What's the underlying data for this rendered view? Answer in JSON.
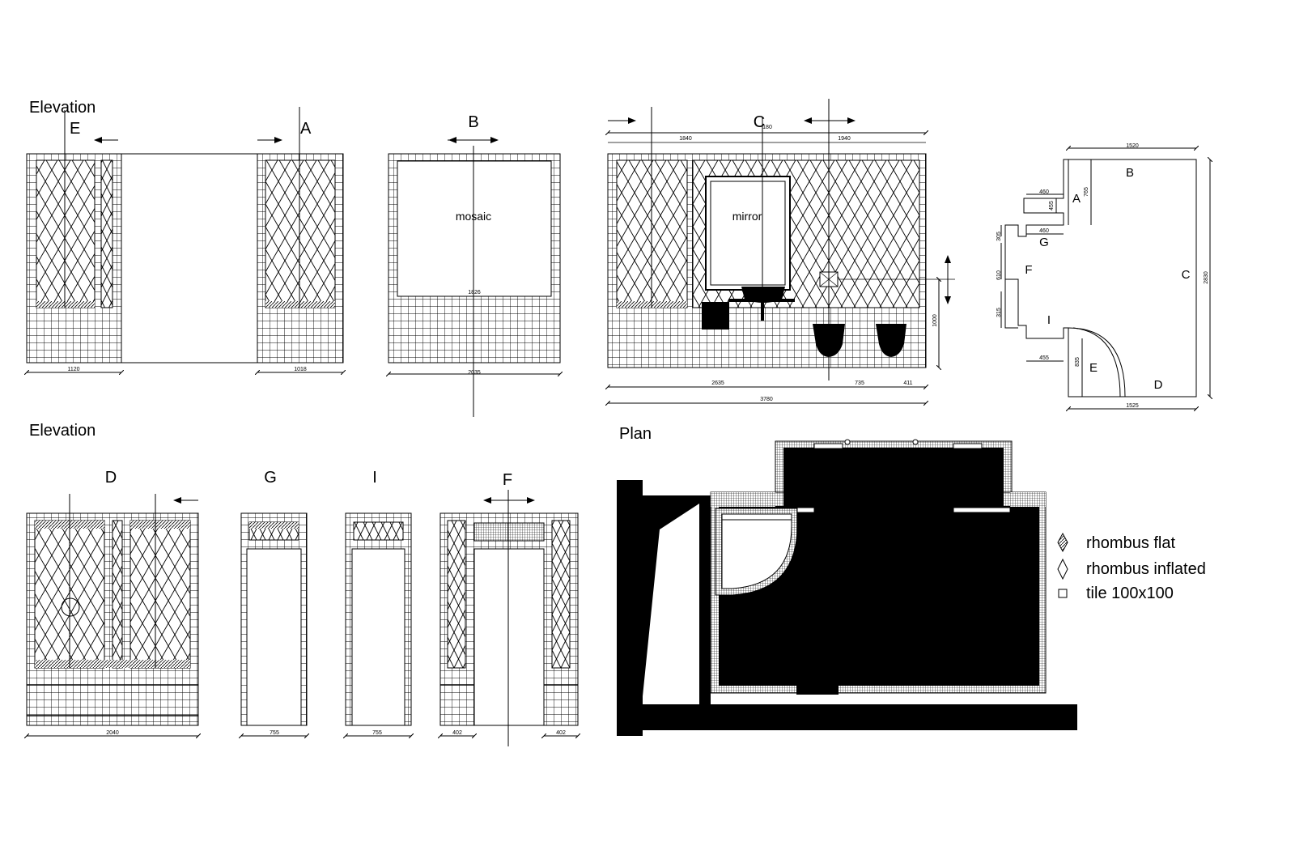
{
  "sections": {
    "elevation_top": "Elevation",
    "elevation_bottom": "Elevation",
    "plan": "Plan"
  },
  "views": {
    "E": "E",
    "A": "A",
    "B": "B",
    "C": "C",
    "D": "D",
    "G": "G",
    "I": "I",
    "F": "F"
  },
  "labels": {
    "mosaic": "mosaic",
    "mirror": "mirror"
  },
  "dimensions": {
    "ea_left": "1120",
    "ea_right": "1018",
    "b_width": "2035",
    "b_inner": "1826",
    "c_1840": "1840",
    "c_1940": "1940",
    "c_180": "180",
    "c_2635": "2635",
    "c_735": "735",
    "c_411": "411",
    "c_3780": "3780",
    "c_1000": "1000",
    "d_width": "2040",
    "g_width": "755",
    "i_width": "755",
    "f_left": "402",
    "f_right": "402"
  },
  "key_plan": {
    "labels": {
      "A": "A",
      "B": "B",
      "C": "C",
      "D": "D",
      "E": "E",
      "F": "F",
      "G": "G",
      "I": "I"
    },
    "dims": {
      "top": "1520",
      "bottom": "1525",
      "right": "2830",
      "a_w": "460",
      "a_h": "455",
      "a_r": "765",
      "g_w": "460",
      "g_l": "305",
      "f_h": "610",
      "i_h": "315",
      "i_w": "455",
      "e_h": "835"
    }
  },
  "legend": [
    {
      "label": "rhombus flat",
      "icon": "rhombus-flat-icon"
    },
    {
      "label": "rhombus inflated",
      "icon": "rhombus-inflated-icon"
    },
    {
      "label": "tile 100x100",
      "icon": "tile-square-icon"
    }
  ]
}
